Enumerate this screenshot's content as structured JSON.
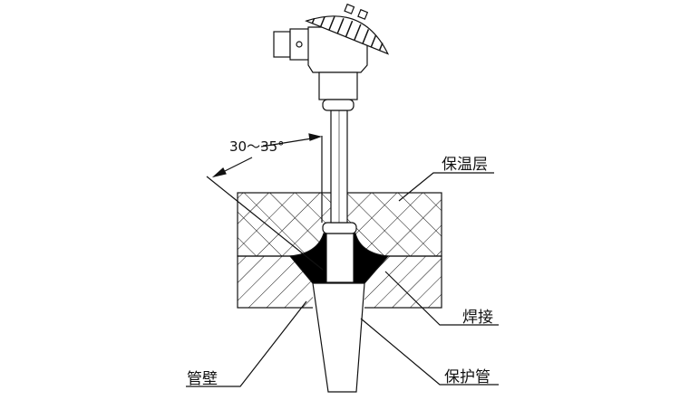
{
  "labels": {
    "angle": "30～35°",
    "insulation": "保温层",
    "weld": "焊接",
    "protection_tube": "保护管",
    "pipe_wall": "管壁"
  },
  "colors": {
    "line": "#111111",
    "weld_fill": "#000000"
  }
}
